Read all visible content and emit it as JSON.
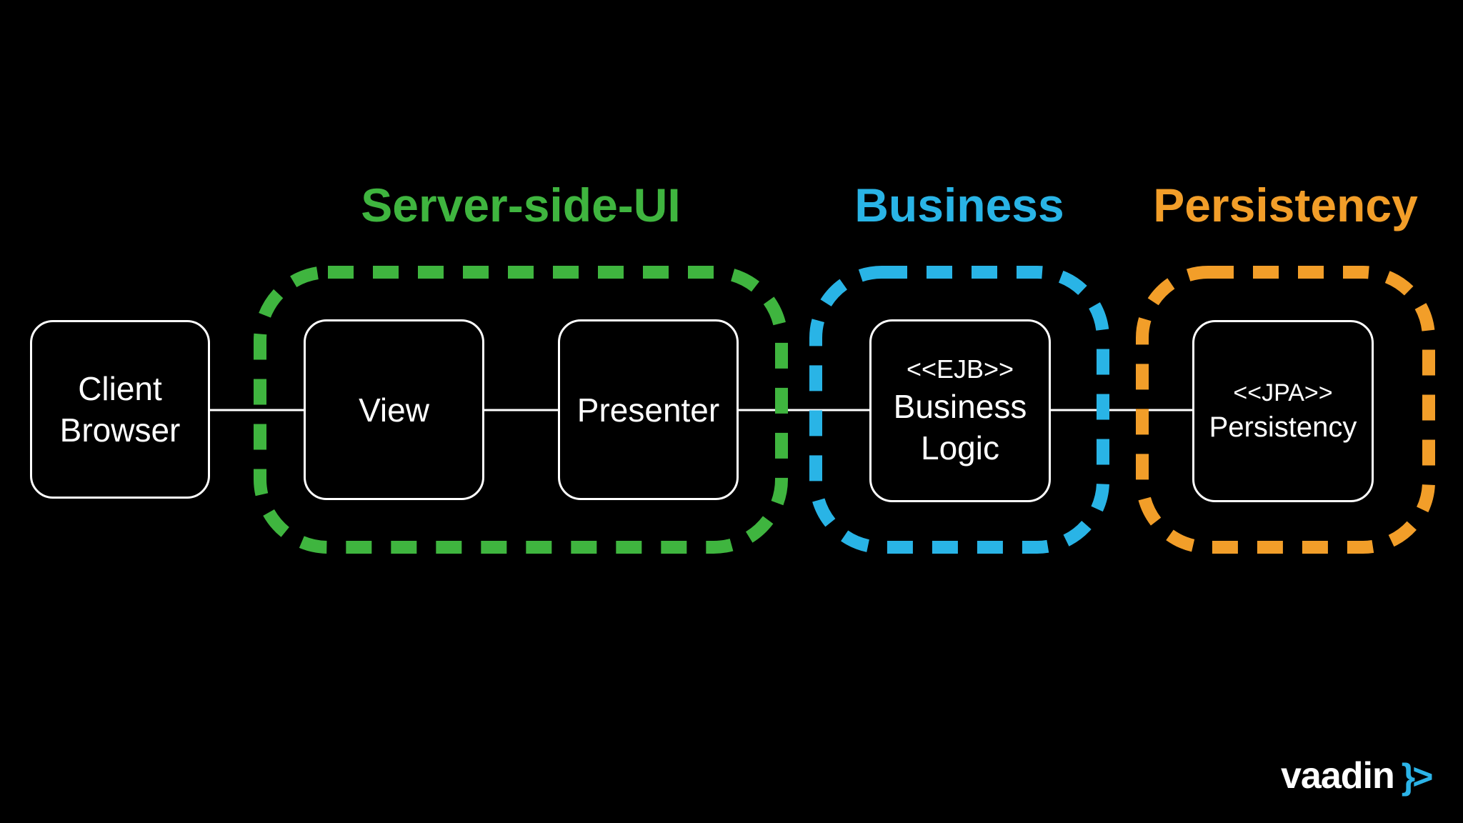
{
  "colors": {
    "green": "#3fb53f",
    "blue": "#29b4e6",
    "orange": "#f29e29",
    "white": "#ffffff",
    "bg": "#000000",
    "logo-blue": "#2cb4e8"
  },
  "groups": {
    "server_side_ui": {
      "label": "Server-side-UI",
      "color": "#3fb53f"
    },
    "business": {
      "label": "Business",
      "color": "#29b4e6"
    },
    "persistency": {
      "label": "Persistency",
      "color": "#f29e29"
    }
  },
  "nodes": {
    "client_browser": {
      "line1": "Client",
      "line2": "Browser"
    },
    "view": {
      "label": "View"
    },
    "presenter": {
      "label": "Presenter"
    },
    "business_logic": {
      "stereotype": "<<EJB>>",
      "line1": "Business",
      "line2": "Logic"
    },
    "jpa_persistency": {
      "stereotype": "<<JPA>>",
      "label": "Persistency"
    }
  },
  "logo": {
    "text": "vaadin",
    "mark": "}>"
  }
}
